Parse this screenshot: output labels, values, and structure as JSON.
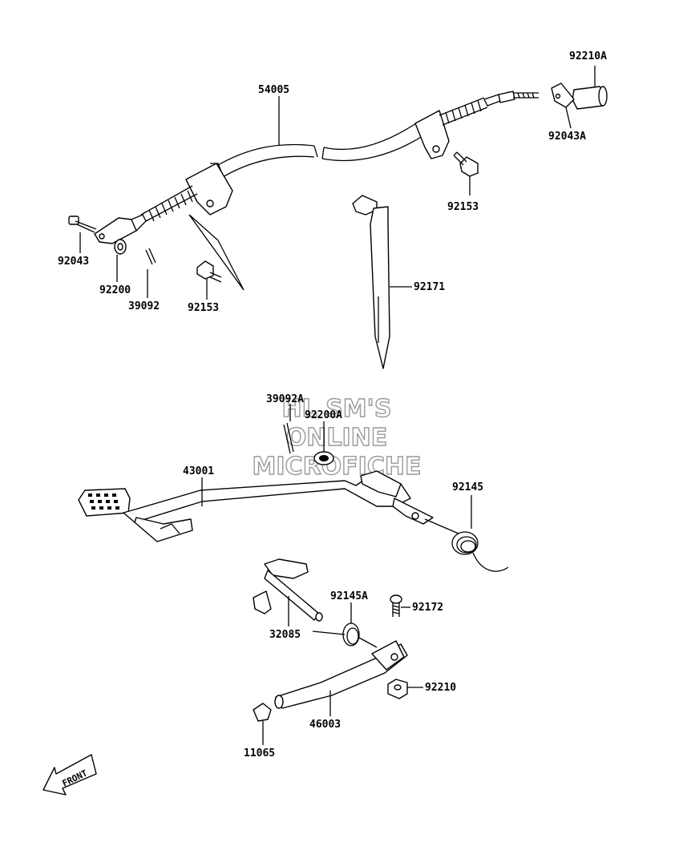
{
  "watermark": {
    "line1": "HL SM'S",
    "line2": "ONLINE",
    "line3": "MICROFICHE"
  },
  "front_arrow_label": "FRONT",
  "parts": {
    "p54005": "54005",
    "p92210A": "92210A",
    "p92043A": "92043A",
    "p92153_top": "92153",
    "p92043": "92043",
    "p92200": "92200",
    "p39092": "39092",
    "p92153_left": "92153",
    "p92171": "92171",
    "p39092A": "39092A",
    "p92200A": "92200A",
    "p43001": "43001",
    "p92145": "92145",
    "p92145A": "92145A",
    "p92172": "92172",
    "p32085": "32085",
    "p92210": "92210",
    "p46003": "46003",
    "p11065": "11065"
  }
}
